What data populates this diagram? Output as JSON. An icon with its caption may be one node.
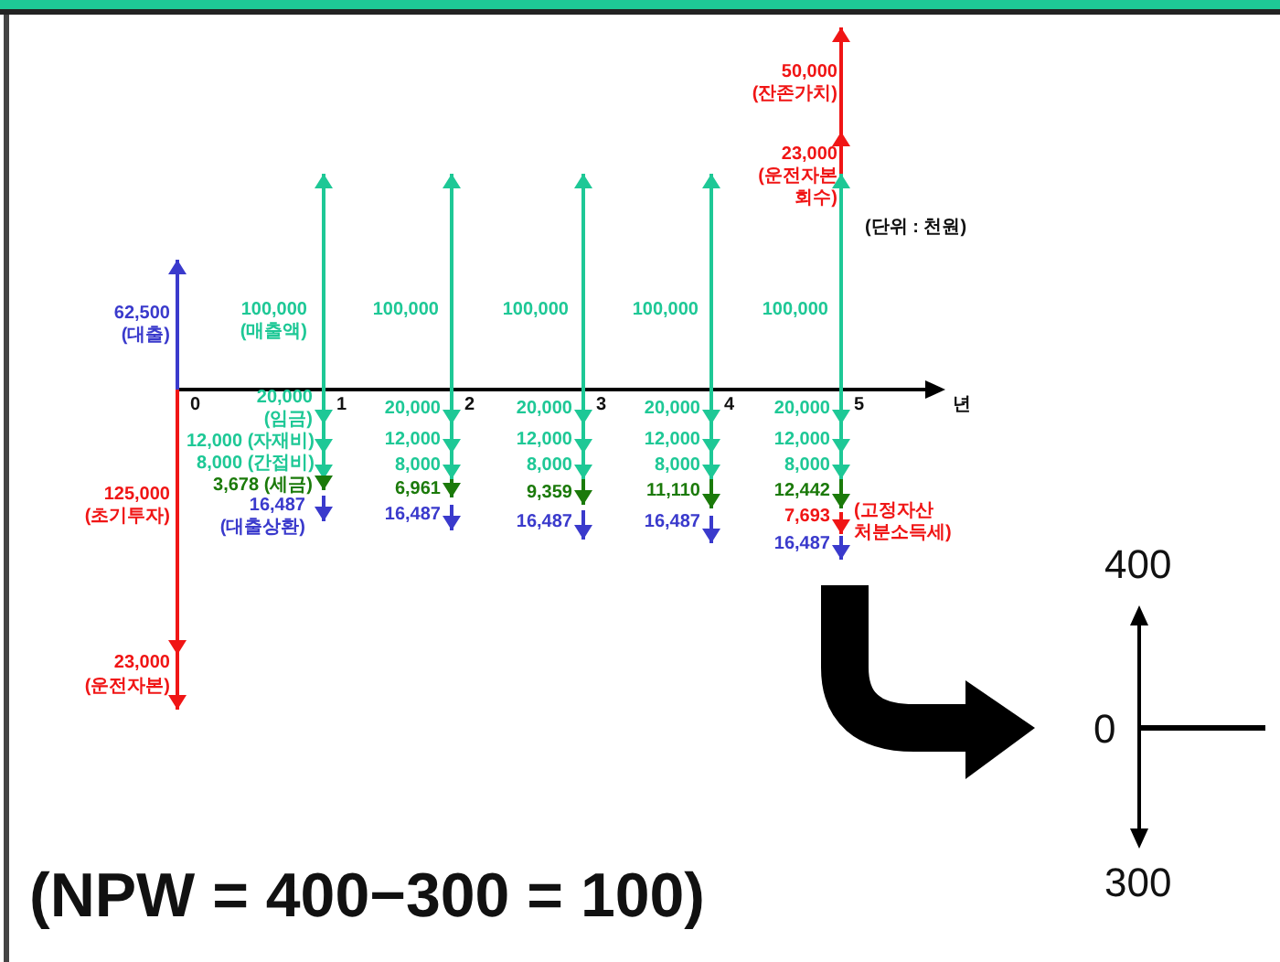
{
  "diagram": {
    "labels": [
      "50,000",
      "(잔존가치)",
      "23,000",
      "(운전자본 회수)",
      "(단위 : 천원)",
      "62,500",
      "(대출)",
      "100,000",
      "100,000",
      "100,000",
      "100,000",
      "100,000",
      "(매출액)",
      "0",
      "20,000",
      "(임금)",
      "1",
      "20,000",
      "2",
      "20,000",
      "3",
      "20,000",
      "4",
      "20,000",
      "5",
      "년",
      "12,000 (자재비)",
      "12,000",
      "12,000",
      "12,000",
      "12,000",
      "8,000 (간접비)",
      "8,000",
      "8,000",
      "8,000",
      "8,000",
      "125,000",
      "(초기투자)",
      "3,678 (세금)",
      "6,961",
      "9,359",
      "11,110",
      "12,442",
      "16,487",
      "(대출상환)",
      "16,487",
      "16,487",
      "16,487",
      "7,693",
      "(고정자산 처분소득세)",
      "16,487",
      "23,000",
      "(운전자본)",
      "400",
      "0",
      "300",
      "(NPW = 400−300 = 100)"
    ]
  }
}
